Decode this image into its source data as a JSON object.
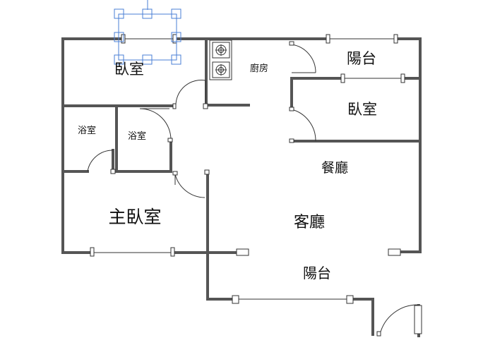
{
  "rooms": {
    "bedroom_top_left": "臥室",
    "kitchen": "廚房",
    "balcony_top": "陽台",
    "bedroom_right": "臥室",
    "bathroom_left": "浴室",
    "bathroom_mid": "浴室",
    "dining": "餐廳",
    "master_bedroom": "主臥室",
    "living": "客廳",
    "balcony_bottom": "陽台"
  },
  "colors": {
    "wall": "#555555",
    "line": "#333333",
    "selection": "#4a7fd6"
  },
  "icons": {
    "stove": "gas-stove-burner-icon",
    "handles": "selection-handle-icon"
  }
}
